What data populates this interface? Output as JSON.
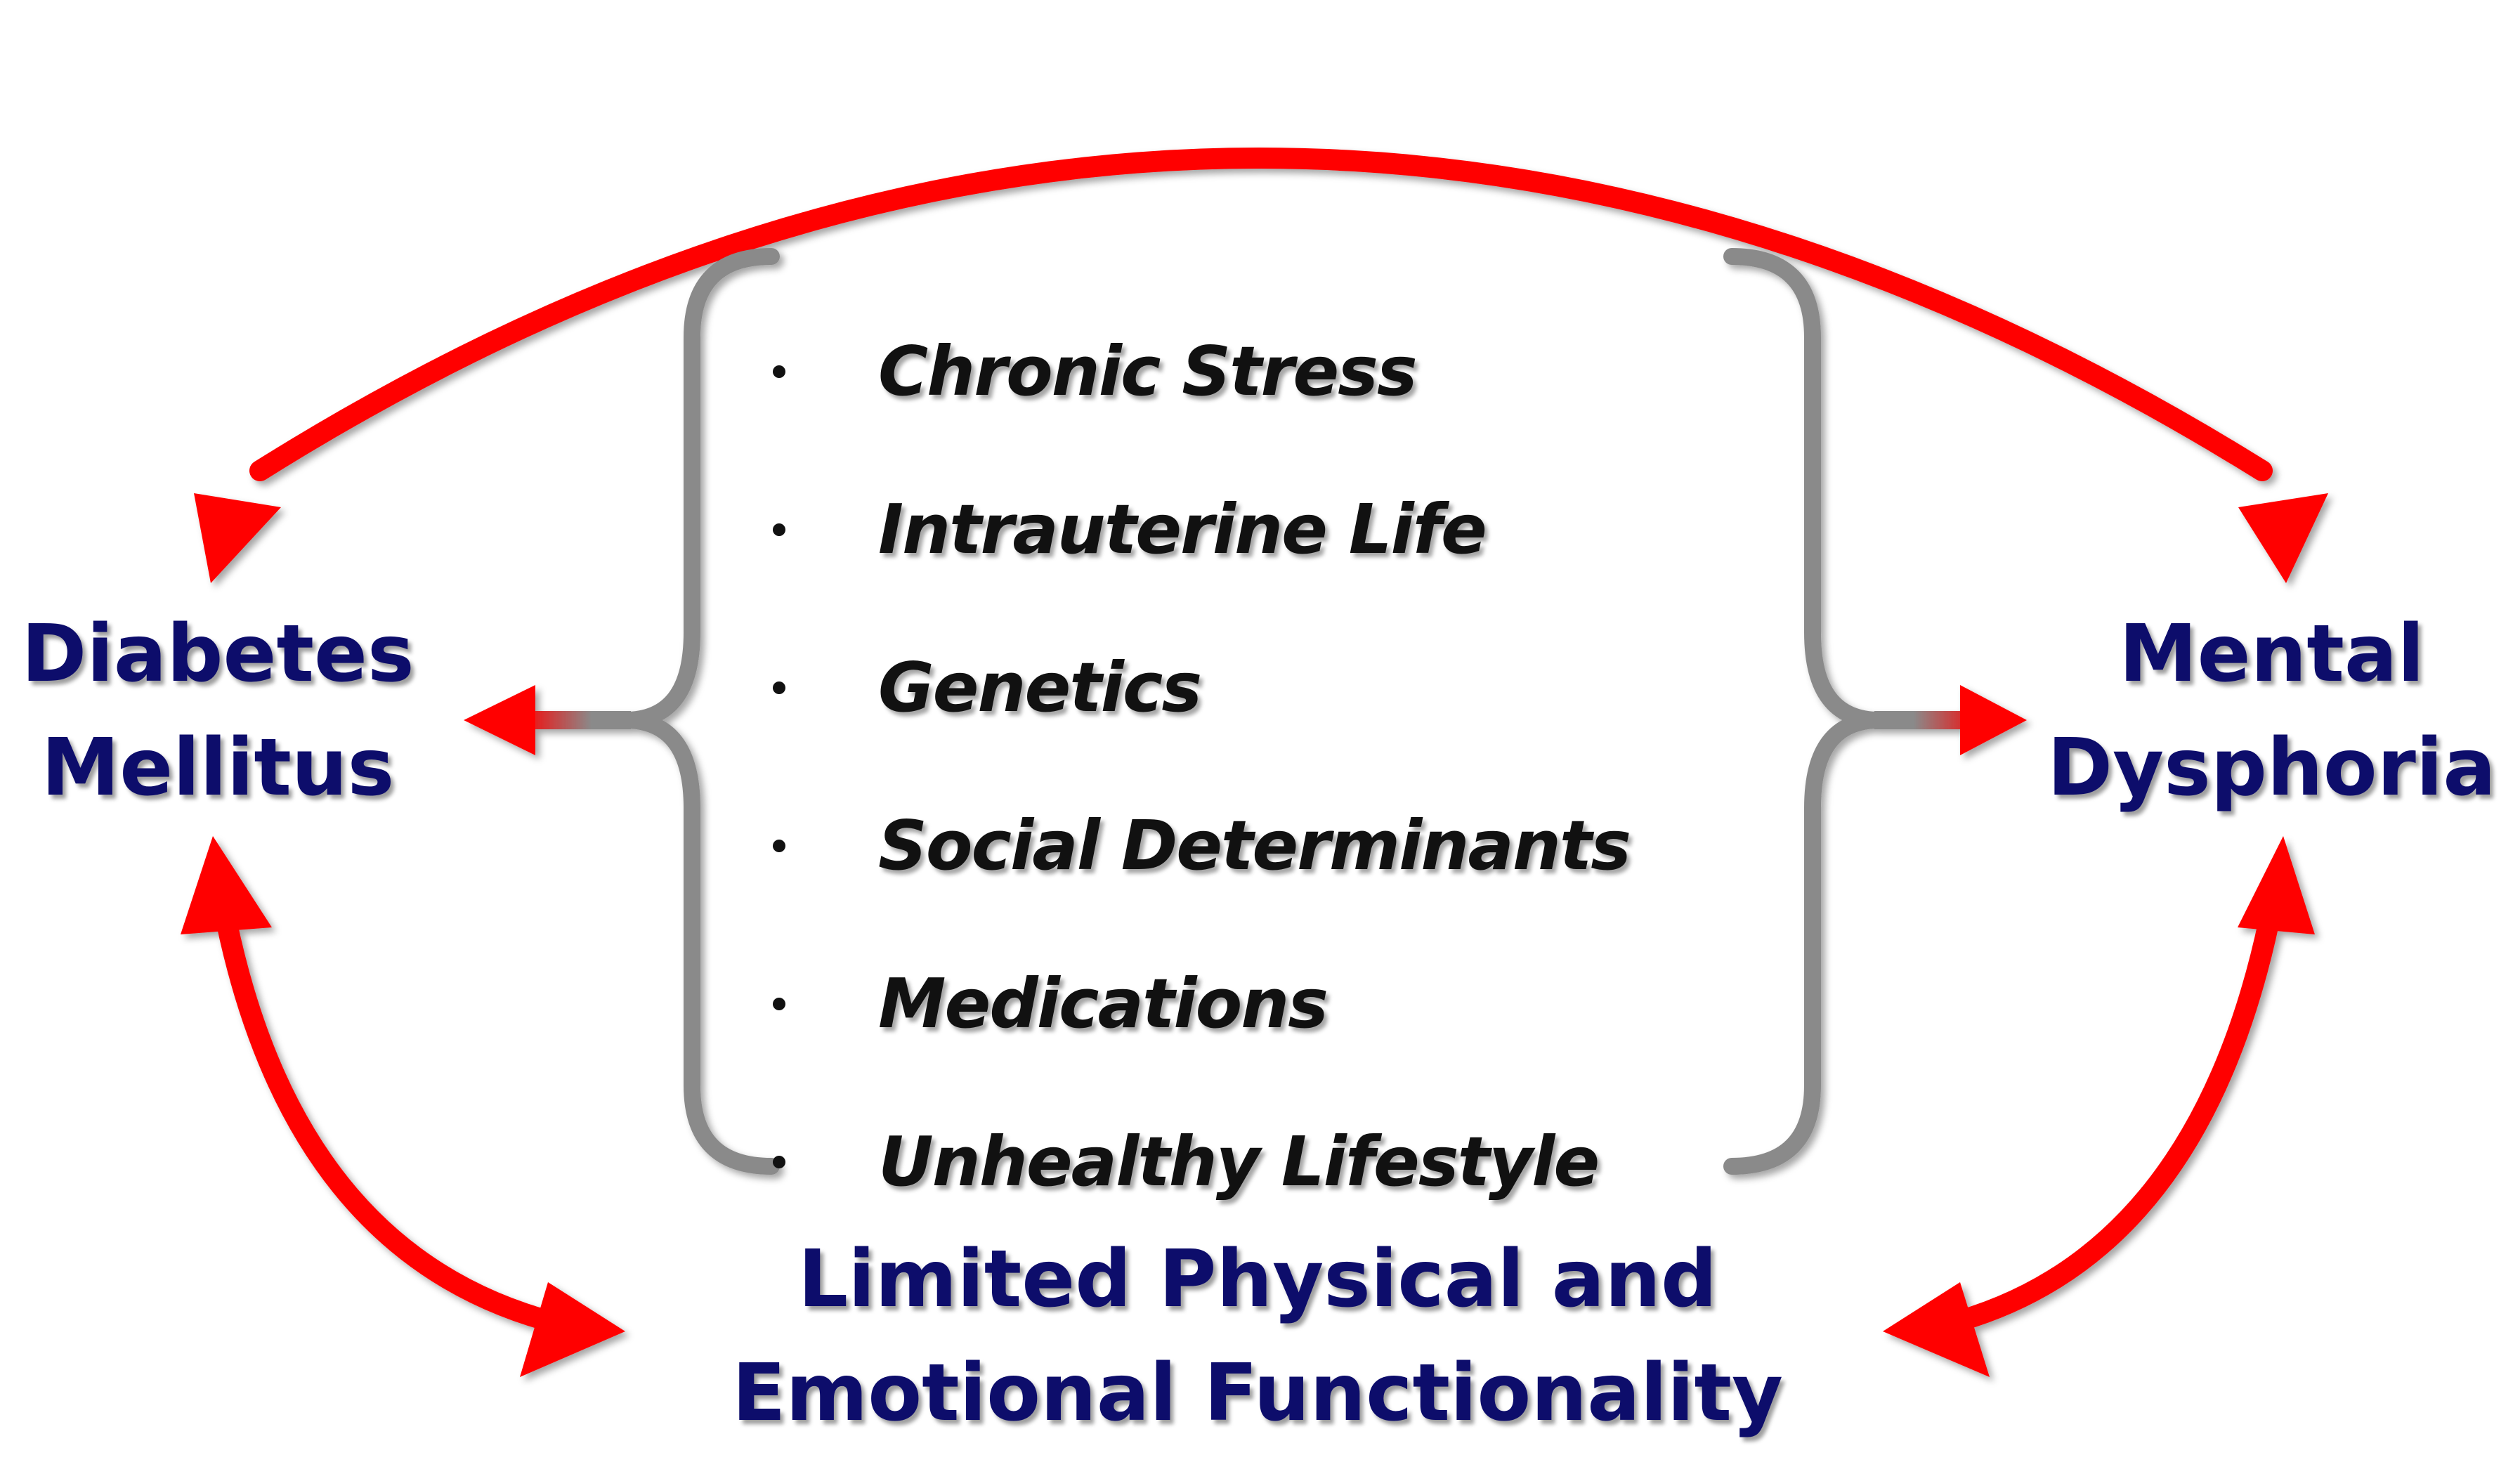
{
  "nodes": {
    "diabetes": {
      "line1": "Diabetes",
      "line2": "Mellitus"
    },
    "mental": {
      "line1": "Mental",
      "line2": "Dysphoria"
    },
    "limited": {
      "line1": "Limited Physical and",
      "line2": "Emotional Functionality"
    }
  },
  "factors": [
    "Chronic Stress",
    "Intrauterine Life",
    "Genetics",
    "Social Determinants",
    "Medications",
    "Unhealthy Lifestyle"
  ],
  "colors": {
    "arrow": "#ff0000",
    "bracket": "#8a8a8a",
    "node_text": "#0d0d6b",
    "factor_text": "#111111"
  },
  "relations": [
    {
      "from": "mental",
      "to": "diabetes",
      "style": "bidirectional-arc"
    },
    {
      "from": "diabetes",
      "to": "limited",
      "style": "bidirectional"
    },
    {
      "from": "mental",
      "to": "limited",
      "style": "bidirectional"
    },
    {
      "from": "factors",
      "to": "diabetes",
      "style": "bracket-arrow"
    },
    {
      "from": "factors",
      "to": "mental",
      "style": "bracket-arrow"
    }
  ]
}
